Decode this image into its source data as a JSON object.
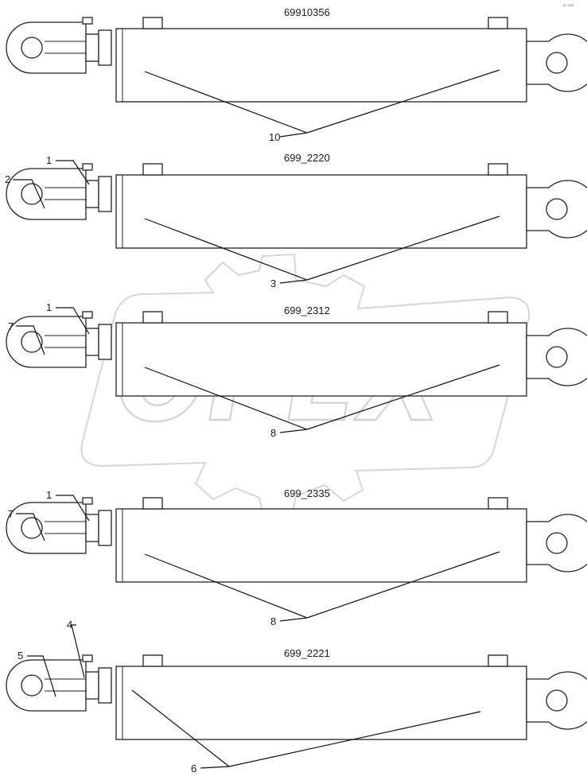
{
  "watermark": {
    "text": "OPEX"
  },
  "corner_mark": "ᵃᶠ ⁰⁰⁰",
  "cylinders": [
    {
      "part_number": "69910356",
      "callouts": [
        "10"
      ]
    },
    {
      "part_number": "699_2220",
      "callouts": [
        "1",
        "2",
        "3"
      ]
    },
    {
      "part_number": "699_2312",
      "callouts": [
        "1",
        "7",
        "8"
      ]
    },
    {
      "part_number": "699_2335",
      "callouts": [
        "1",
        "7",
        "8"
      ]
    },
    {
      "part_number": "699_2221",
      "callouts": [
        "4",
        "5",
        "6"
      ]
    }
  ]
}
